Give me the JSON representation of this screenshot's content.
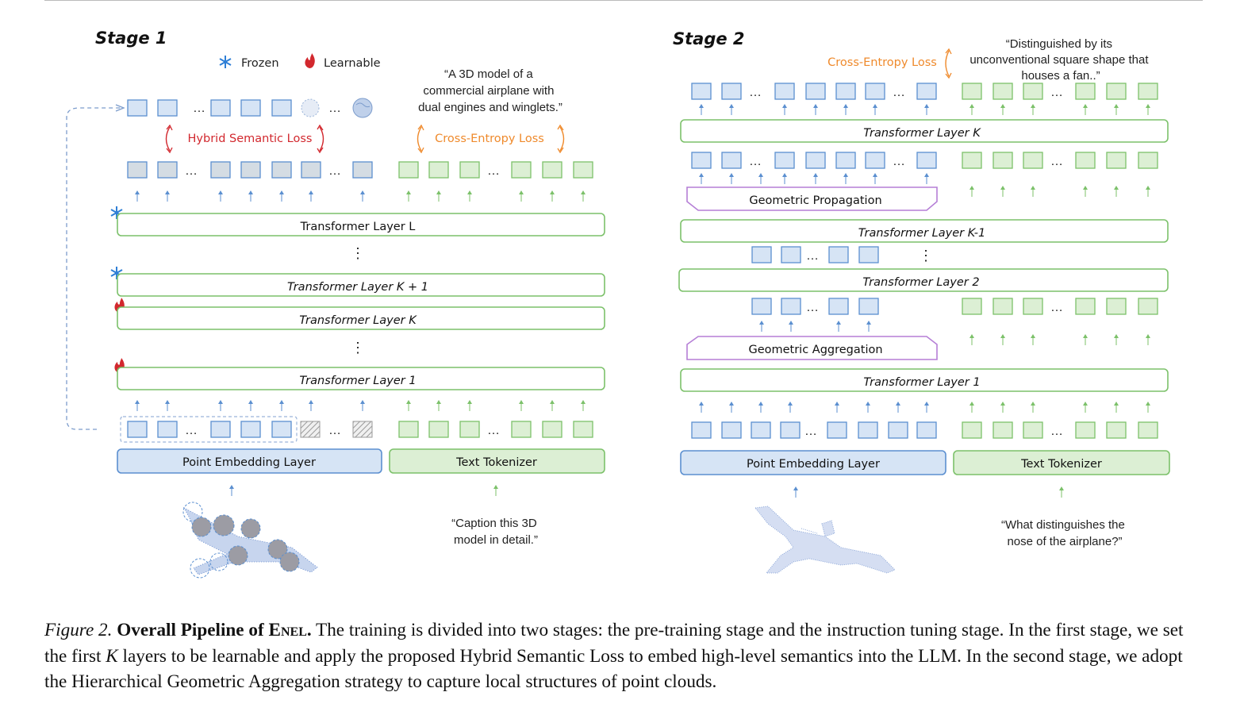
{
  "stage1": {
    "title": "Stage 1",
    "legend_frozen": "Frozen",
    "legend_learnable": "Learnable",
    "hybrid_loss": "Hybrid Semantic Loss",
    "ce_loss": "Cross-Entropy Loss",
    "output_text": [
      "“A 3D model of a",
      "commercial airplane with",
      "dual engines and winglets.”"
    ],
    "layer_L": "Transformer Layer L",
    "layer_K1": "Transformer Layer K + 1",
    "layer_K": "Transformer Layer K",
    "layer_1": "Transformer Layer 1",
    "point_embed": "Point Embedding Layer",
    "text_tokenizer": "Text Tokenizer",
    "prompt": [
      "“Caption this 3D",
      "model in detail.”"
    ]
  },
  "stage2": {
    "title": "Stage 2",
    "ce_loss": "Cross-Entropy Loss",
    "output_text": [
      "“Distinguished by its",
      "unconventional square shape that",
      "houses a fan..”"
    ],
    "layer_K": "Transformer Layer K",
    "geo_prop": "Geometric Propagation",
    "layer_Km1": "Transformer Layer K-1",
    "layer_2": "Transformer Layer 2",
    "geo_agg": "Geometric Aggregation",
    "layer_1": "Transformer Layer 1",
    "point_embed": "Point Embedding Layer",
    "text_tokenizer": "Text Tokenizer",
    "prompt": [
      "“What distinguishes the",
      "nose of the airplane?”"
    ]
  },
  "caption": {
    "label": "Figure 2.",
    "title_pre": "Overall Pipeline of ",
    "title_name": "Enel.",
    "text1": " The training is divided into two stages: the pre-training stage and the instruction tuning stage. In the first stage, we set the first ",
    "k": "K",
    "text2": " layers to be learnable and apply the proposed Hybrid Semantic Loss to embed high-level semantics into the LLM. In the second stage, we adopt the Hierarchical Geometric Aggregation strategy to capture local structures of point clouds."
  },
  "colors": {
    "blue_fill": "#d6e4f5",
    "blue_stroke": "#5b8fd0",
    "green_fill": "#dcefd4",
    "green_stroke": "#7cc16a",
    "purple_stroke": "#b57fd6",
    "red": "#d2282e",
    "orange": "#ef8a2c"
  },
  "icons": {
    "frozen": "snowflake-icon",
    "learnable": "flame-icon"
  }
}
